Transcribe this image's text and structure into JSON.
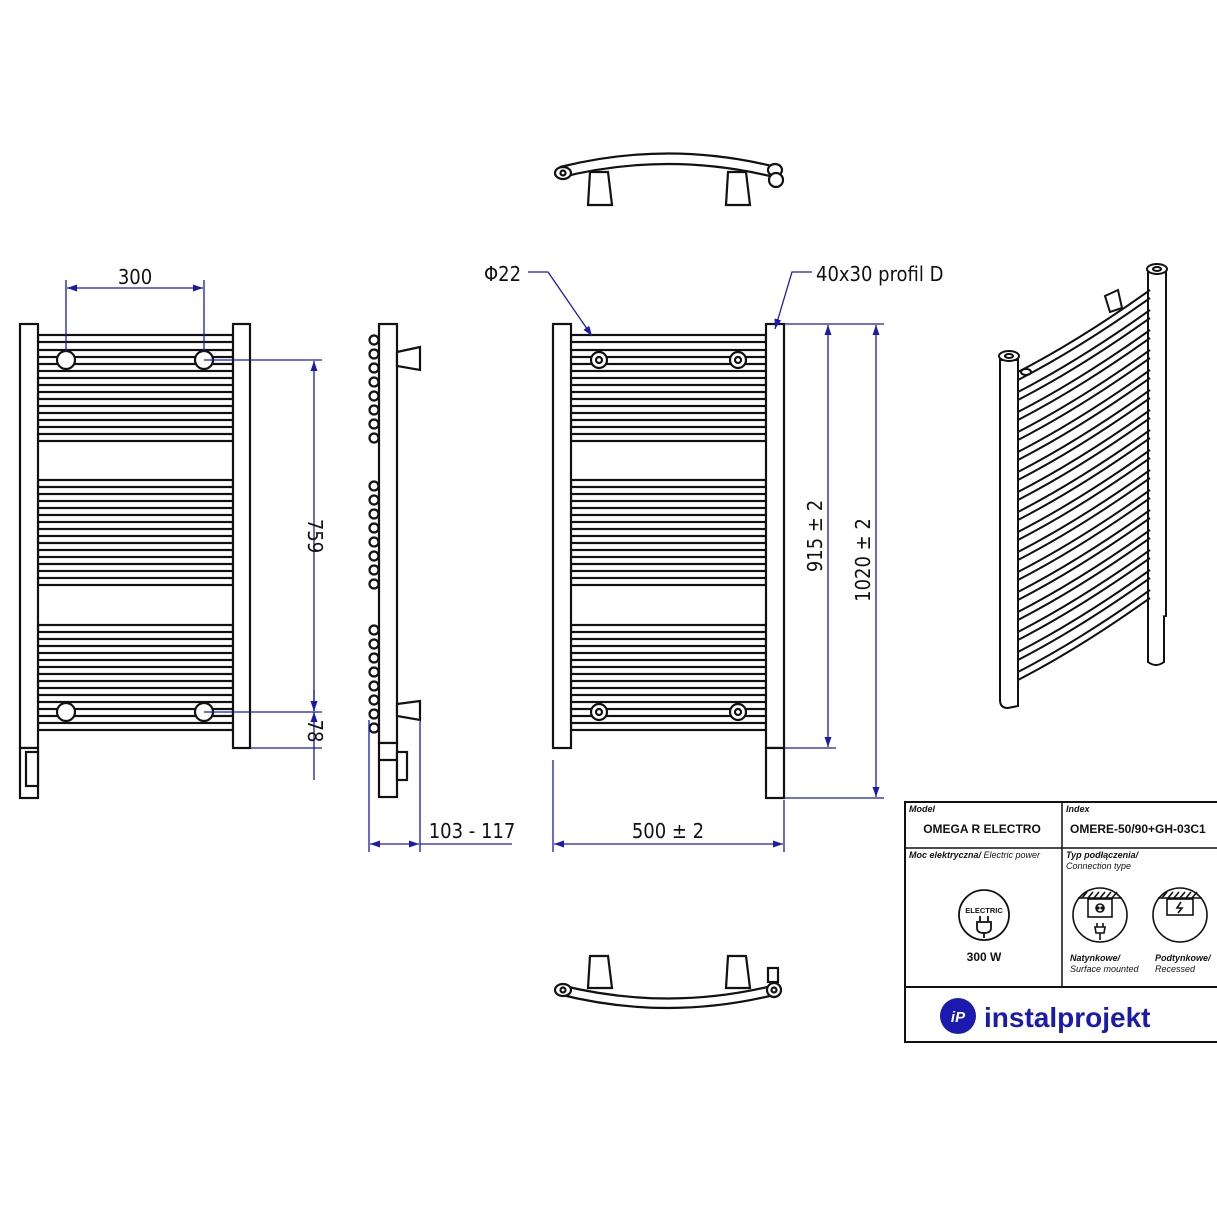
{
  "dimensions": {
    "spacing_width": "300",
    "spacing_height": "759",
    "bottom_offset": "78",
    "depth": "103 - 117",
    "total_width": "500  ± 2",
    "height_inner": "915 ± 2",
    "height_total": "1020 ± 2",
    "pipe_diameter": "Φ22",
    "profile": "40x30 profil D"
  },
  "title_block": {
    "model_label": "Model",
    "model_value": "OMEGA R ELECTRO",
    "index_label": "Index",
    "index_value": "OMERE-50/90+GH-03C1",
    "power_label_pl": "Moc elektryczna/",
    "power_label_en": " Electric power",
    "power_icon_text": "ELECTRIC",
    "power_value": "300 W",
    "connection_label_pl": "Typ podłączenia/",
    "connection_label_en": "Connection type",
    "surface_pl": "Natynkowe/",
    "surface_en": "Surface mounted",
    "recessed_pl": "Podtynkowe/",
    "recessed_en": "Recessed",
    "brand_mark": "iP",
    "brand": "instalprojekt"
  },
  "colors": {
    "dimension": "#1a1ab0",
    "outline": "#111111",
    "brand": "#1a1ab0"
  }
}
